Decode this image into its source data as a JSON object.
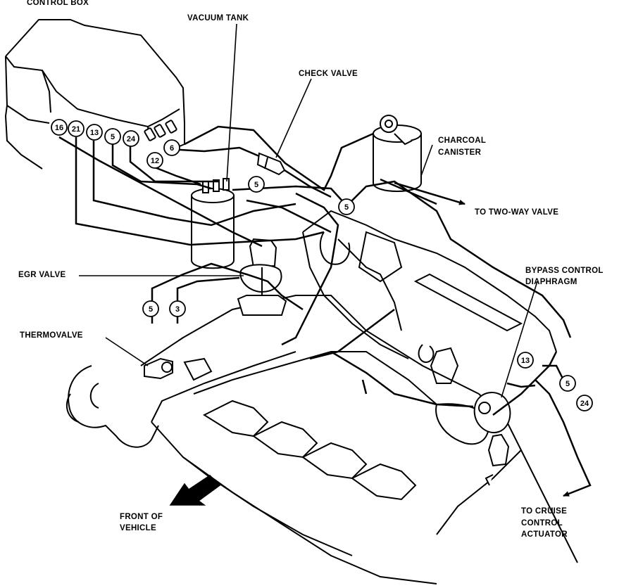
{
  "labels": {
    "control_box": "CONTROL BOX",
    "vacuum_tank": "VACUUM TANK",
    "check_valve": "CHECK VALVE",
    "charcoal_canister_1": "CHARCOAL",
    "charcoal_canister_2": "CANISTER",
    "to_two_way_valve": "TO TWO-WAY VALVE",
    "egr_valve": "EGR VALVE",
    "bypass_1": "BYPASS CONTROL",
    "bypass_2": "DIAPHRAGM",
    "thermovalve": "THERMOVALVE",
    "front_1": "FRONT OF",
    "front_2": "VEHICLE",
    "cruise_1": "TO CRUISE",
    "cruise_2": "CONTROL",
    "cruise_3": "ACTUATOR"
  },
  "hose_numbers": {
    "n16": "16",
    "n21": "21",
    "n13": "13",
    "n5": "5",
    "n24": "24",
    "n6": "6",
    "n12": "12",
    "n5_check": "5",
    "n5_mid": "5",
    "n5_left": "5",
    "n3": "3",
    "n13_right": "13",
    "n5_right": "5",
    "n24_right": "24"
  }
}
